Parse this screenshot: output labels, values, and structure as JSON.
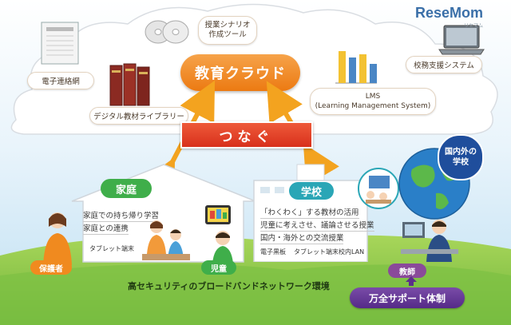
{
  "logo": {
    "text": "ReseMom",
    "sub": "リセマム"
  },
  "cloud": {
    "title": "教育クラウド",
    "items": {
      "scenario": [
        "授業シナリオ",
        "作成ツール"
      ],
      "renraku": "電子連絡網",
      "library": "デジタル教材ライブラリー",
      "lms": [
        "LMS",
        "(Learning Management System)"
      ],
      "kousou": "校務支援システム"
    }
  },
  "connect": "つなぐ",
  "home": {
    "title": "家庭",
    "lines": [
      "家庭での持ち帰り学習",
      "家庭との連携"
    ],
    "device": "タブレット端末"
  },
  "school": {
    "title": "学校",
    "lines": [
      "「わくわく」する教材の活用",
      "児童に考えさせ、議論させる授業",
      "国内・海外との交流授業"
    ],
    "devices": [
      "電子黒板",
      "タブレット端末",
      "校内LAN"
    ]
  },
  "people": {
    "guardian": "保護者",
    "child": "児童",
    "teacher": "教師"
  },
  "globe": [
    "国内外の",
    "学校"
  ],
  "network": "高セキュリティのブロードバンドネットワーク環境",
  "support": "万全サポート体制",
  "colors": {
    "orange": "#f08a1f",
    "red": "#e23a24",
    "green": "#3fae4a",
    "teal": "#2aa6b6",
    "sky": "#cfe6f5",
    "grass": "#8dc63f"
  }
}
